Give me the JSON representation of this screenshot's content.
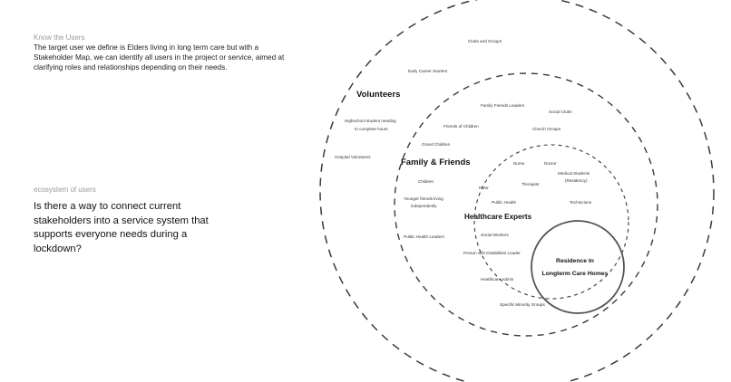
{
  "intro": {
    "heading": "Know the Users",
    "body": "The target user we define is Elders living in long term care but with a Stakeholder Map, we can identify all users in the project or service, aimed at clarifying roles and relationships depending on their needs."
  },
  "ecosystem": {
    "heading": "ecosystem of users",
    "question": "Is there a way to connect current stakeholders into a service system that supports everyone needs during a lockdown?"
  },
  "stakeholder_map": {
    "rings": {
      "volunteers": "Volunteers",
      "family_friends": "Family & Friends",
      "healthcare_experts": "Healthcare Experts"
    },
    "core": {
      "line1": "Residence In",
      "line2": "Longterm Care Homes"
    },
    "volunteer_items": [
      "Clubs and Groups",
      "Early Career Starters",
      "Highschool student needing",
      "to complete hours",
      "Hospital Volunteers"
    ],
    "family_items": [
      "Family Friends Leaders",
      "Social Clubs",
      "Friends of Children",
      "Church Groups",
      "Grand Children",
      "Children",
      "Younger friends living",
      "independently",
      "Public Health Leaders",
      "Specific Minority Groups"
    ],
    "healthcare_items": [
      "Nurse",
      "Doctor",
      "Medical Students",
      "(Residency)",
      "PSW",
      "Therapist",
      "Public Health",
      "Technicians",
      "Social Workers",
      "Person with Disabilities Leader",
      "Healthcare Admin"
    ]
  },
  "colors": {
    "ring_stroke": "#3a3a3a",
    "text": "#1a1a1a",
    "muted": "#9a9a9a"
  }
}
